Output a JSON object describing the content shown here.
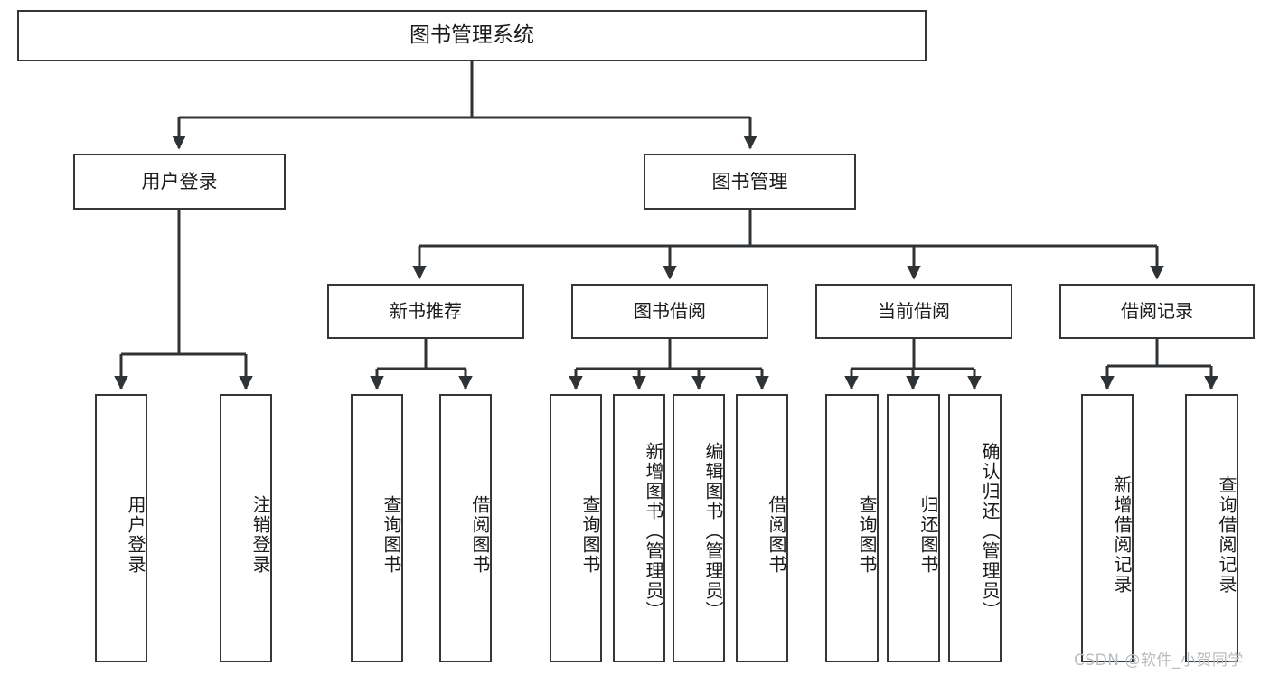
{
  "diagram": {
    "title": "图书管理系统",
    "type": "functional-structure-tree",
    "watermark": "CSDN @软件_小贺同学",
    "colors": {
      "box_border": "#33373a",
      "box_fill": "#ffffff",
      "edge": "#2f3336",
      "text": "#1b1b1b",
      "watermark": "#b9bcbf"
    },
    "nodes": {
      "root": "图书管理系统",
      "user_login": "用户登录",
      "book_manage": "图书管理",
      "new_book_recommend": "新书推荐",
      "book_borrow": "图书借阅",
      "current_borrow": "当前借阅",
      "borrow_record": "借阅记录",
      "leaf_user_login": "用户登录",
      "leaf_logout_login": "注销登录",
      "leaf_nbr_query_book": "查询图书",
      "leaf_nbr_borrow_book": "借阅图书",
      "leaf_bb_query_book": "查询图书",
      "leaf_bb_add_book": "新增图书（管理员）",
      "leaf_bb_edit_book": "编辑图书（管理员）",
      "leaf_bb_borrow_book": "借阅图书",
      "leaf_cb_query_book": "查询图书",
      "leaf_cb_return_book": "归还图书",
      "leaf_cb_confirm_return": "确认归还（管理员）",
      "leaf_br_add_record": "新增借阅记录",
      "leaf_br_query_record": "查询借阅记录"
    }
  }
}
